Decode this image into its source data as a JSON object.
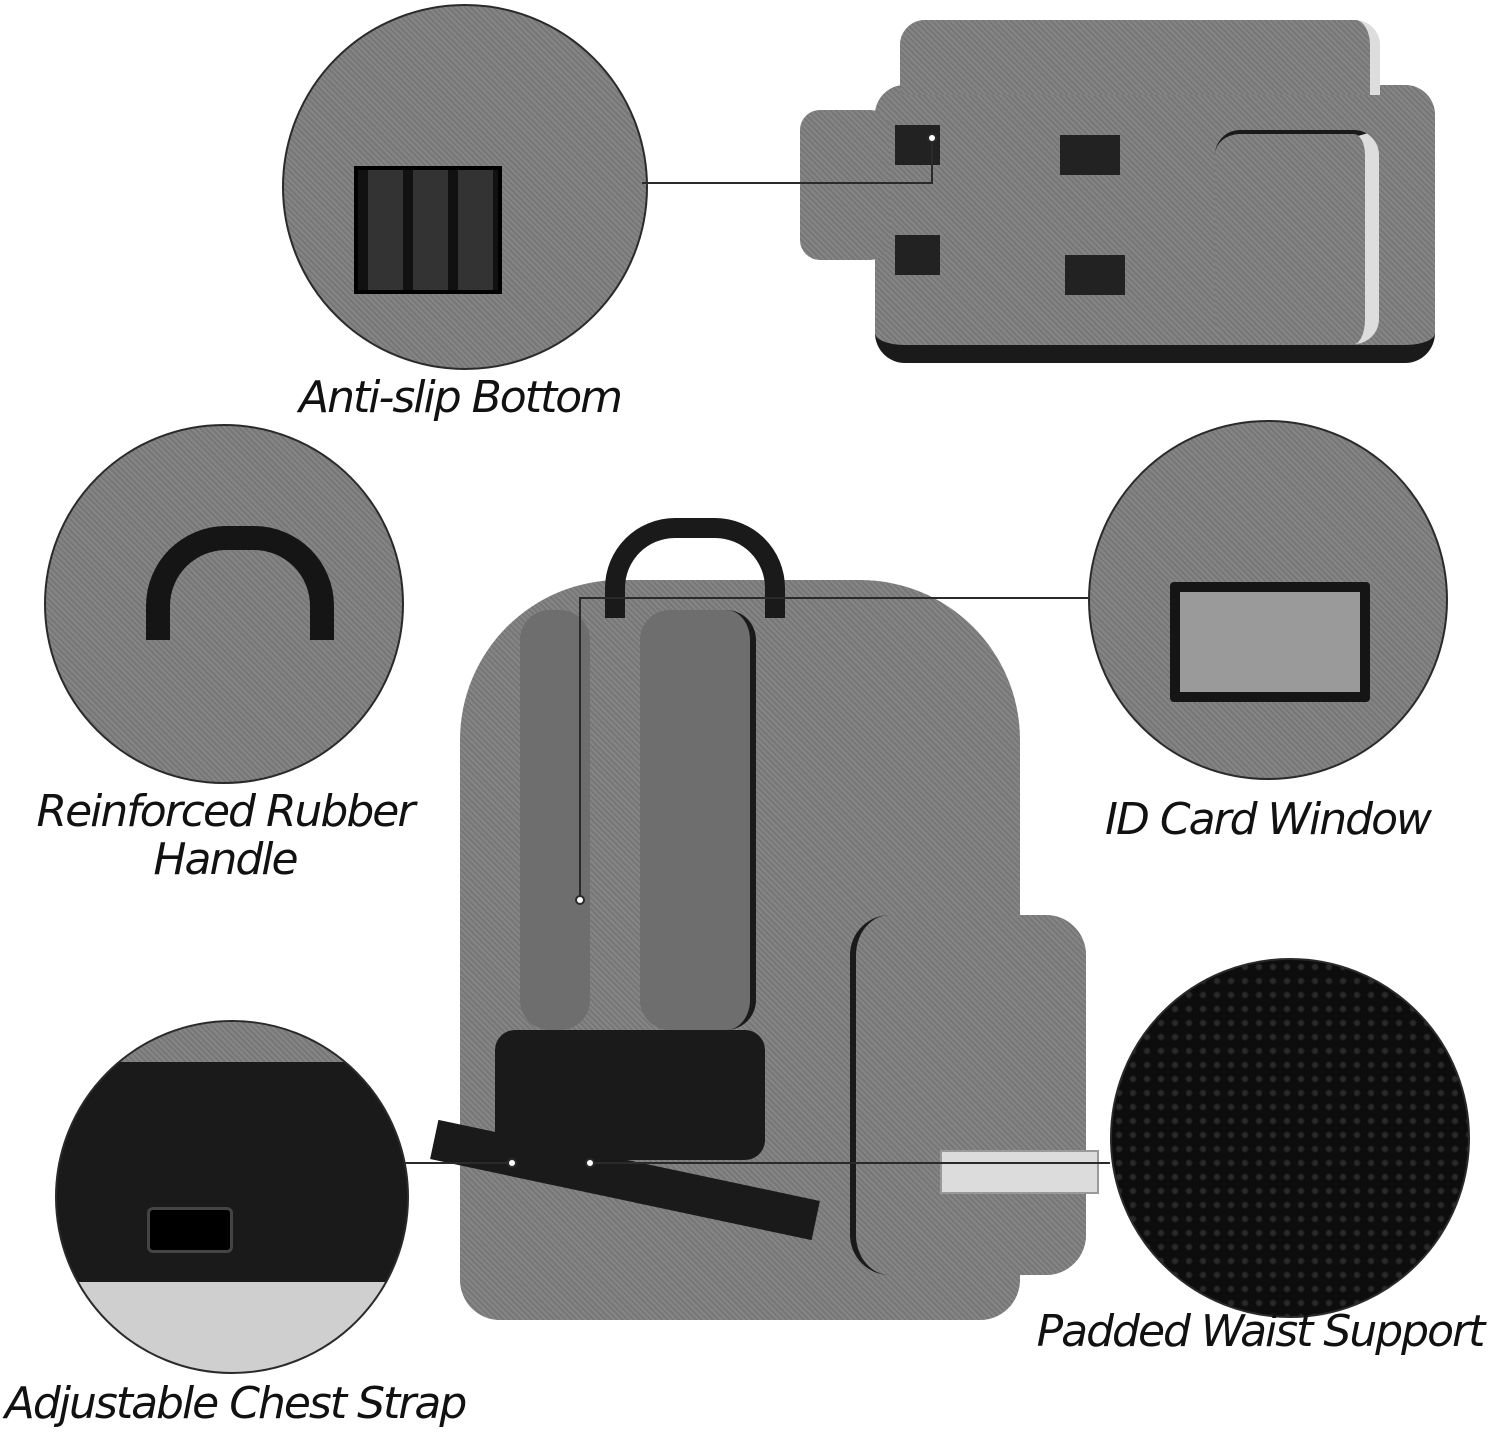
{
  "features": [
    {
      "id": "anti-slip",
      "label": "Anti-slip Bottom"
    },
    {
      "id": "handle",
      "label": "Reinforced Rubber Handle",
      "line1": "Reinforced Rubber",
      "line2": "Handle"
    },
    {
      "id": "id-card",
      "label": "ID Card Window"
    },
    {
      "id": "waist",
      "label": "Padded Waist Support"
    },
    {
      "id": "chest",
      "label": "Adjustable Chest Strap"
    }
  ],
  "colors": {
    "fabric": "#808080",
    "black": "#1a1a1a",
    "line": "#2a2a2a",
    "reflective": "#d9d9d9"
  }
}
